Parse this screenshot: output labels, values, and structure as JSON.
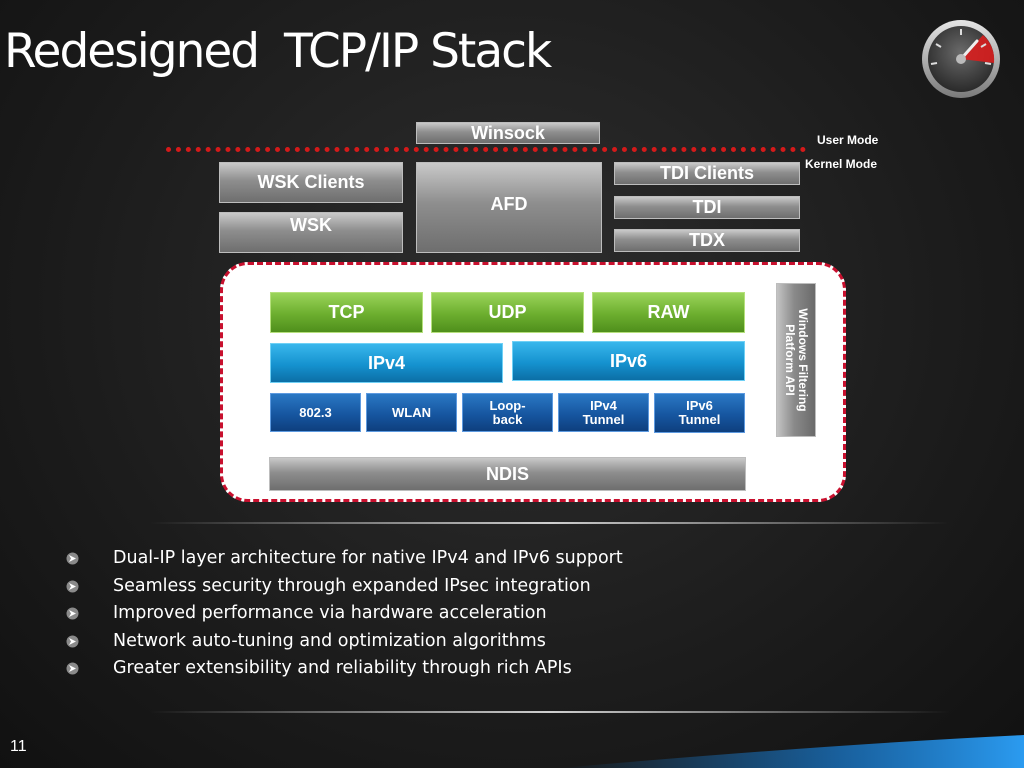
{
  "slide": {
    "title": "Redesigned  TCP/IP Stack",
    "page_number": "11"
  },
  "diagram": {
    "winsock": "Winsock",
    "user_mode": "User Mode",
    "kernel_mode": "Kernel Mode",
    "wsk_clients": "WSK Clients",
    "wsk": "WSK",
    "afd": "AFD",
    "tdi_clients": "TDI Clients",
    "tdi": "TDI",
    "tdx": "TDX",
    "tcp": "TCP",
    "udp": "UDP",
    "raw": "RAW",
    "ipv4": "IPv4",
    "ipv6": "IPv6",
    "l802_3": "802.3",
    "wlan": "WLAN",
    "loopback": "Loop-\nback",
    "ipv4_tunnel": "IPv4\nTunnel",
    "ipv6_tunnel": "IPv6\nTunnel",
    "ndis": "NDIS",
    "wfp": "Windows Filtering\nPlatform API"
  },
  "bullets": [
    "Dual-IP layer architecture for native IPv4 and IPv6 support",
    "Seamless security through expanded IPsec integration",
    "Improved performance via hardware acceleration",
    "Network auto-tuning and optimization algorithms",
    "Greater extensibility and reliability through rich APIs"
  ],
  "icons": {
    "gauge": "speedometer-icon",
    "bullet": "arrow-bullet-icon"
  },
  "colors": {
    "accent_red": "#d41a1a",
    "transport_green": "#6cae2e",
    "network_cyan": "#1592cf",
    "framing_navy": "#1656a0",
    "blue_swoosh": "#1a7fd6"
  }
}
